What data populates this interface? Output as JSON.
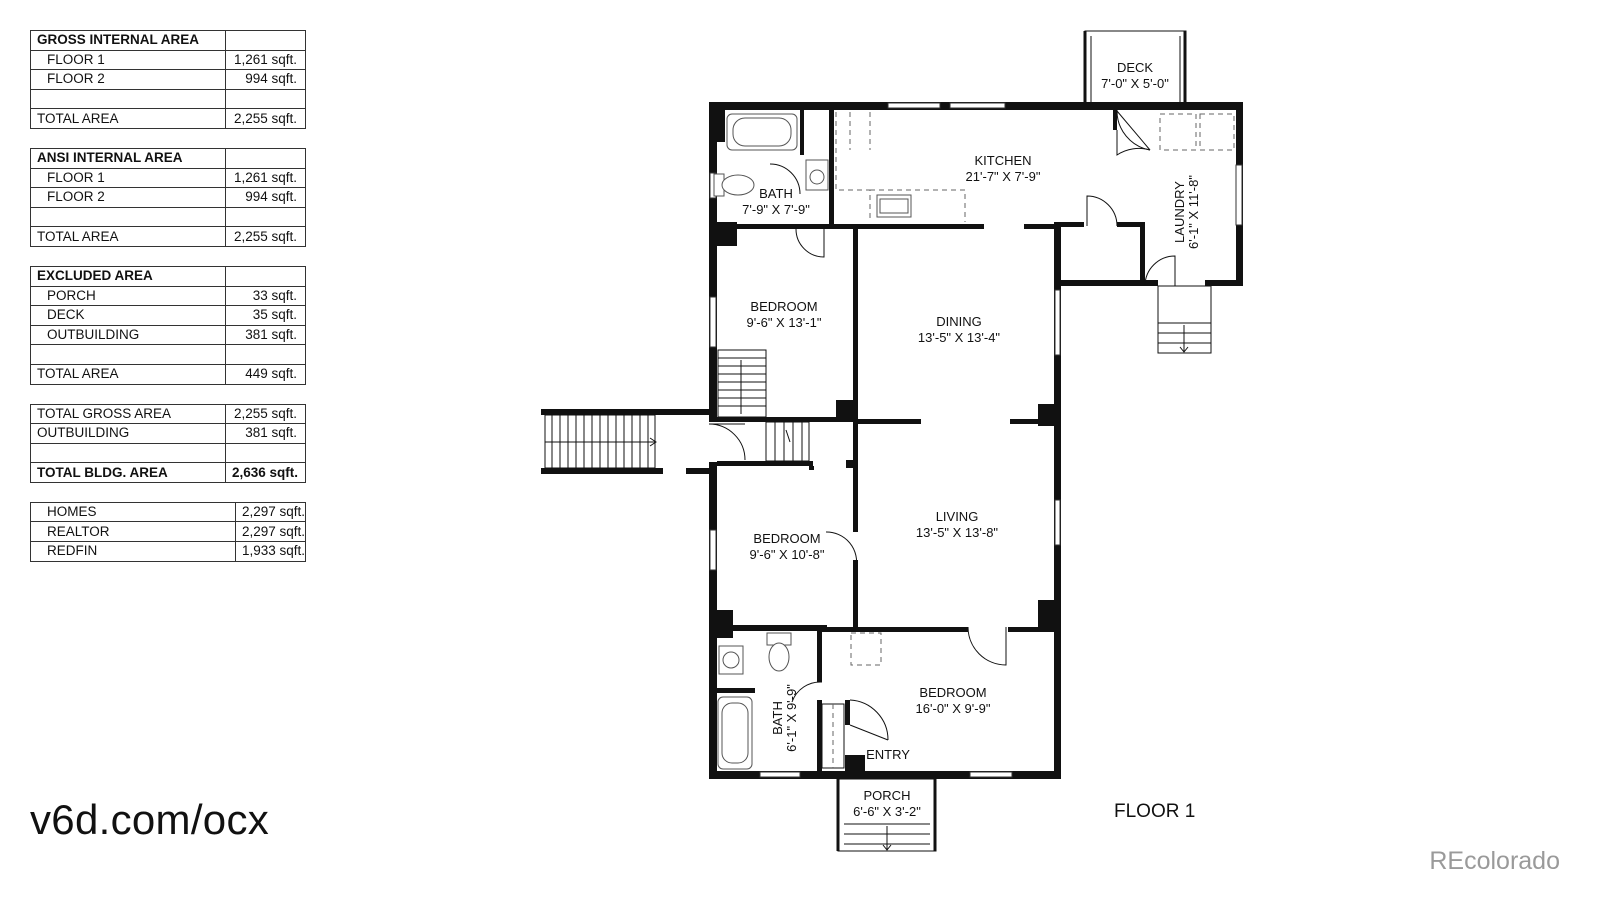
{
  "tables": [
    {
      "header": "GROSS INTERNAL AREA",
      "rows": [
        {
          "label": "FLOOR 1",
          "value": "1,261 sqft.",
          "indent": true
        },
        {
          "label": "FLOOR 2",
          "value": "994 sqft.",
          "indent": true
        },
        {
          "label": "",
          "value": "",
          "indent": false
        },
        {
          "label": "TOTAL AREA",
          "value": "2,255 sqft.",
          "indent": false
        }
      ]
    },
    {
      "header": "ANSI INTERNAL AREA",
      "rows": [
        {
          "label": "FLOOR 1",
          "value": "1,261 sqft.",
          "indent": true
        },
        {
          "label": "FLOOR 2",
          "value": "994 sqft.",
          "indent": true
        },
        {
          "label": "",
          "value": "",
          "indent": false
        },
        {
          "label": "TOTAL AREA",
          "value": "2,255 sqft.",
          "indent": false
        }
      ]
    },
    {
      "header": "EXCLUDED AREA",
      "rows": [
        {
          "label": "PORCH",
          "value": "33 sqft.",
          "indent": true
        },
        {
          "label": "DECK",
          "value": "35 sqft.",
          "indent": true
        },
        {
          "label": "OUTBUILDING",
          "value": "381 sqft.",
          "indent": true
        },
        {
          "label": "",
          "value": "",
          "indent": false
        },
        {
          "label": "TOTAL AREA",
          "value": "449 sqft.",
          "indent": false
        }
      ]
    },
    {
      "header": "",
      "rows": [
        {
          "label": "TOTAL GROSS AREA",
          "value": "2,255 sqft.",
          "indent": false
        },
        {
          "label": "OUTBUILDING",
          "value": "381 sqft.",
          "indent": false
        },
        {
          "label": "",
          "value": "",
          "indent": false
        },
        {
          "label": "TOTAL BLDG. AREA",
          "value": "2,636 sqft.",
          "indent": false,
          "bold": true
        }
      ]
    },
    {
      "header": "",
      "rows": [
        {
          "label": "HOMES",
          "value": "2,297 sqft.",
          "indent": true
        },
        {
          "label": "REALTOR",
          "value": "2,297 sqft.",
          "indent": true
        },
        {
          "label": "REDFIN",
          "value": "1,933 sqft.",
          "indent": true
        }
      ]
    }
  ],
  "url_text": "v6d.com/ocx",
  "floor_label": "FLOOR 1",
  "brand": "REcolorado",
  "rooms": {
    "deck": {
      "name": "DECK",
      "dims": "7'-0\" X 5'-0\""
    },
    "kitchen": {
      "name": "KITCHEN",
      "dims": "21'-7\" X 7'-9\""
    },
    "bath_top": {
      "name": "BATH",
      "dims": "7'-9\" X 7'-9\""
    },
    "laundry": {
      "name": "LAUNDRY",
      "dims": "6'-1\" X 11'-8\""
    },
    "bedroom_1": {
      "name": "BEDROOM",
      "dims": "9'-6\" X 13'-1\""
    },
    "dining": {
      "name": "DINING",
      "dims": "13'-5\" X 13'-4\""
    },
    "bedroom_2": {
      "name": "BEDROOM",
      "dims": "9'-6\" X 10'-8\""
    },
    "living": {
      "name": "LIVING",
      "dims": "13'-5\" X 13'-8\""
    },
    "bath_bottom": {
      "name": "BATH",
      "dims": "6'-1\" X 9'-9\""
    },
    "bedroom_3": {
      "name": "BEDROOM",
      "dims": "16'-0\" X 9'-9\""
    },
    "entry": {
      "name": "ENTRY"
    },
    "porch": {
      "name": "PORCH",
      "dims": "6'-6\" X 3'-2\""
    }
  }
}
